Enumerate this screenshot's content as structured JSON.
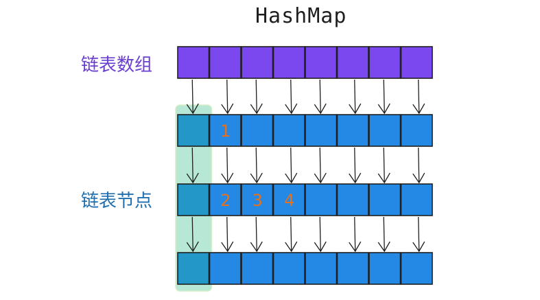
{
  "title": "HashMap",
  "labels": {
    "array": "链表数组",
    "nodes": "链表节点"
  },
  "colors": {
    "array_cell": "#7b48f0",
    "node_cell": "#2389e5",
    "highlight_column": "#9fe0c8",
    "number_text": "#e8701a",
    "array_label": "#6a3fd0",
    "nodes_label": "#1f6fb0",
    "stroke": "#1e1e1e"
  },
  "grid": {
    "columns": 8,
    "node_rows": 3
  },
  "cell_numbers": [
    {
      "row": 0,
      "col": 1,
      "text": "1"
    },
    {
      "row": 1,
      "col": 1,
      "text": "2"
    },
    {
      "row": 1,
      "col": 2,
      "text": "3"
    },
    {
      "row": 1,
      "col": 3,
      "text": "4"
    }
  ]
}
